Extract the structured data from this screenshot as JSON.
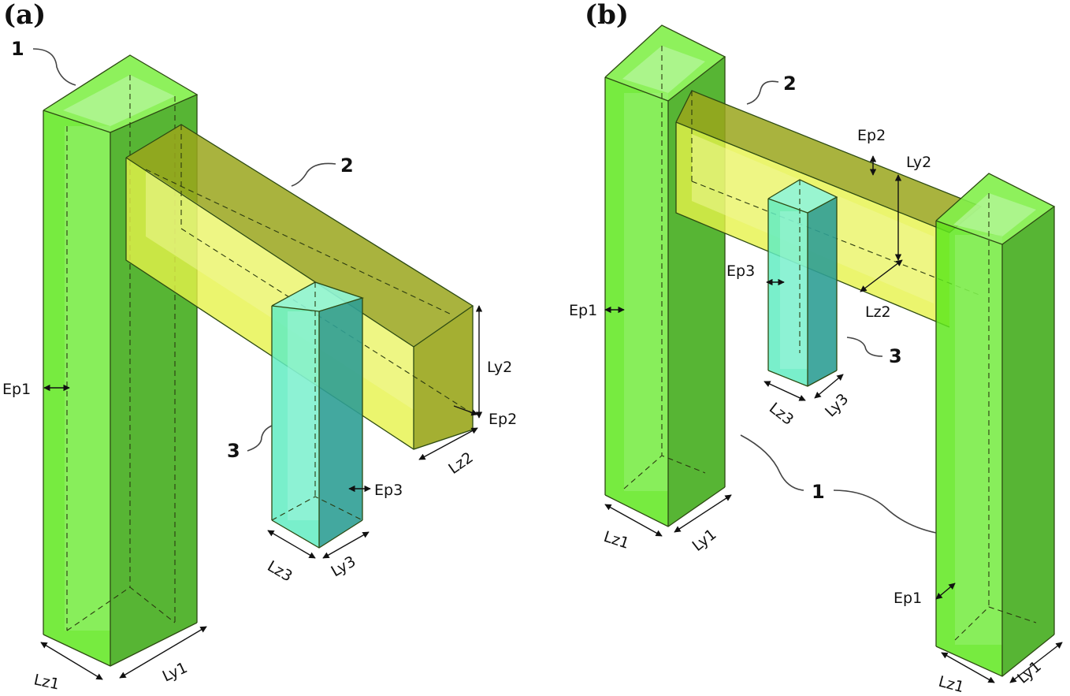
{
  "panels": [
    {
      "label": "(a)",
      "parts": {
        "column": "1",
        "beam": "2",
        "hanger": "3"
      },
      "dims": {
        "column_wall": "Ep1",
        "column_width": "Lz1",
        "column_depth": "Ly1",
        "beam_height": "Ly2",
        "beam_wall": "Ep2",
        "beam_width": "Lz2",
        "hanger_wall": "Ep3",
        "hanger_width": "Lz3",
        "hanger_depth": "Ly3"
      }
    },
    {
      "label": "(b)",
      "parts": {
        "column": "1",
        "beam": "2",
        "hanger": "3"
      },
      "dims": {
        "beam_wall": "Ep2",
        "beam_height": "Ly2",
        "beam_width": "Lz2",
        "hanger_wall": "Ep3",
        "hanger_width": "Lz3",
        "hanger_depth": "Ly3",
        "left_column_wall": "Ep1",
        "left_column_width": "Lz1",
        "left_column_depth": "Ly1",
        "right_column_wall": "Ep1",
        "right_column_width": "Lz1",
        "right_column_depth": "Ly1"
      }
    }
  ],
  "colors": {
    "column_green": "#5fe81e",
    "column_green_dark": "#3aa810",
    "beam_yellow": "#e6f24a",
    "beam_olive": "#9aa61c",
    "hanger_cyan": "#62ecc2",
    "hanger_teal": "#2f9f95"
  }
}
